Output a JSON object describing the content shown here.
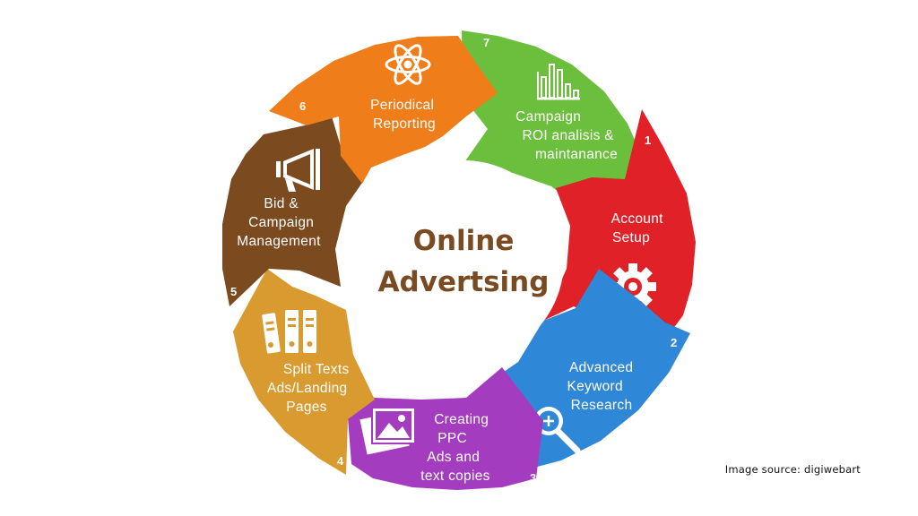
{
  "center": {
    "line1": "Online",
    "line2": "Advertsing"
  },
  "steps": [
    {
      "number": "1",
      "label": [
        "Account",
        "Setup"
      ],
      "color": "#e02128",
      "icon": "gear-icon"
    },
    {
      "number": "2",
      "label": [
        "Advanced",
        "Keyword",
        "Research"
      ],
      "color": "#2f87d8",
      "icon": "magnifier-icon"
    },
    {
      "number": "3",
      "label": [
        "Creating",
        "PPC",
        "Ads and",
        "text copies"
      ],
      "color": "#a43cbf",
      "icon": "picture-icon"
    },
    {
      "number": "4",
      "label": [
        "Split Texts",
        "Ads/Landing",
        "Pages"
      ],
      "color": "#d99b2f",
      "icon": "binders-icon"
    },
    {
      "number": "5",
      "label": [
        "Bid &",
        "Campaign",
        "Management"
      ],
      "color": "#7b4a1f",
      "icon": "megaphone-icon"
    },
    {
      "number": "6",
      "label": [
        "Periodical",
        "Reporting"
      ],
      "color": "#ee7d1a",
      "icon": "atom-icon"
    },
    {
      "number": "7",
      "label": [
        "Campaign",
        "ROI analisis &",
        "maintanance"
      ],
      "color": "#6cbf3c",
      "icon": "bar-chart-icon"
    }
  ],
  "source_note": "Image source: digiwebart"
}
